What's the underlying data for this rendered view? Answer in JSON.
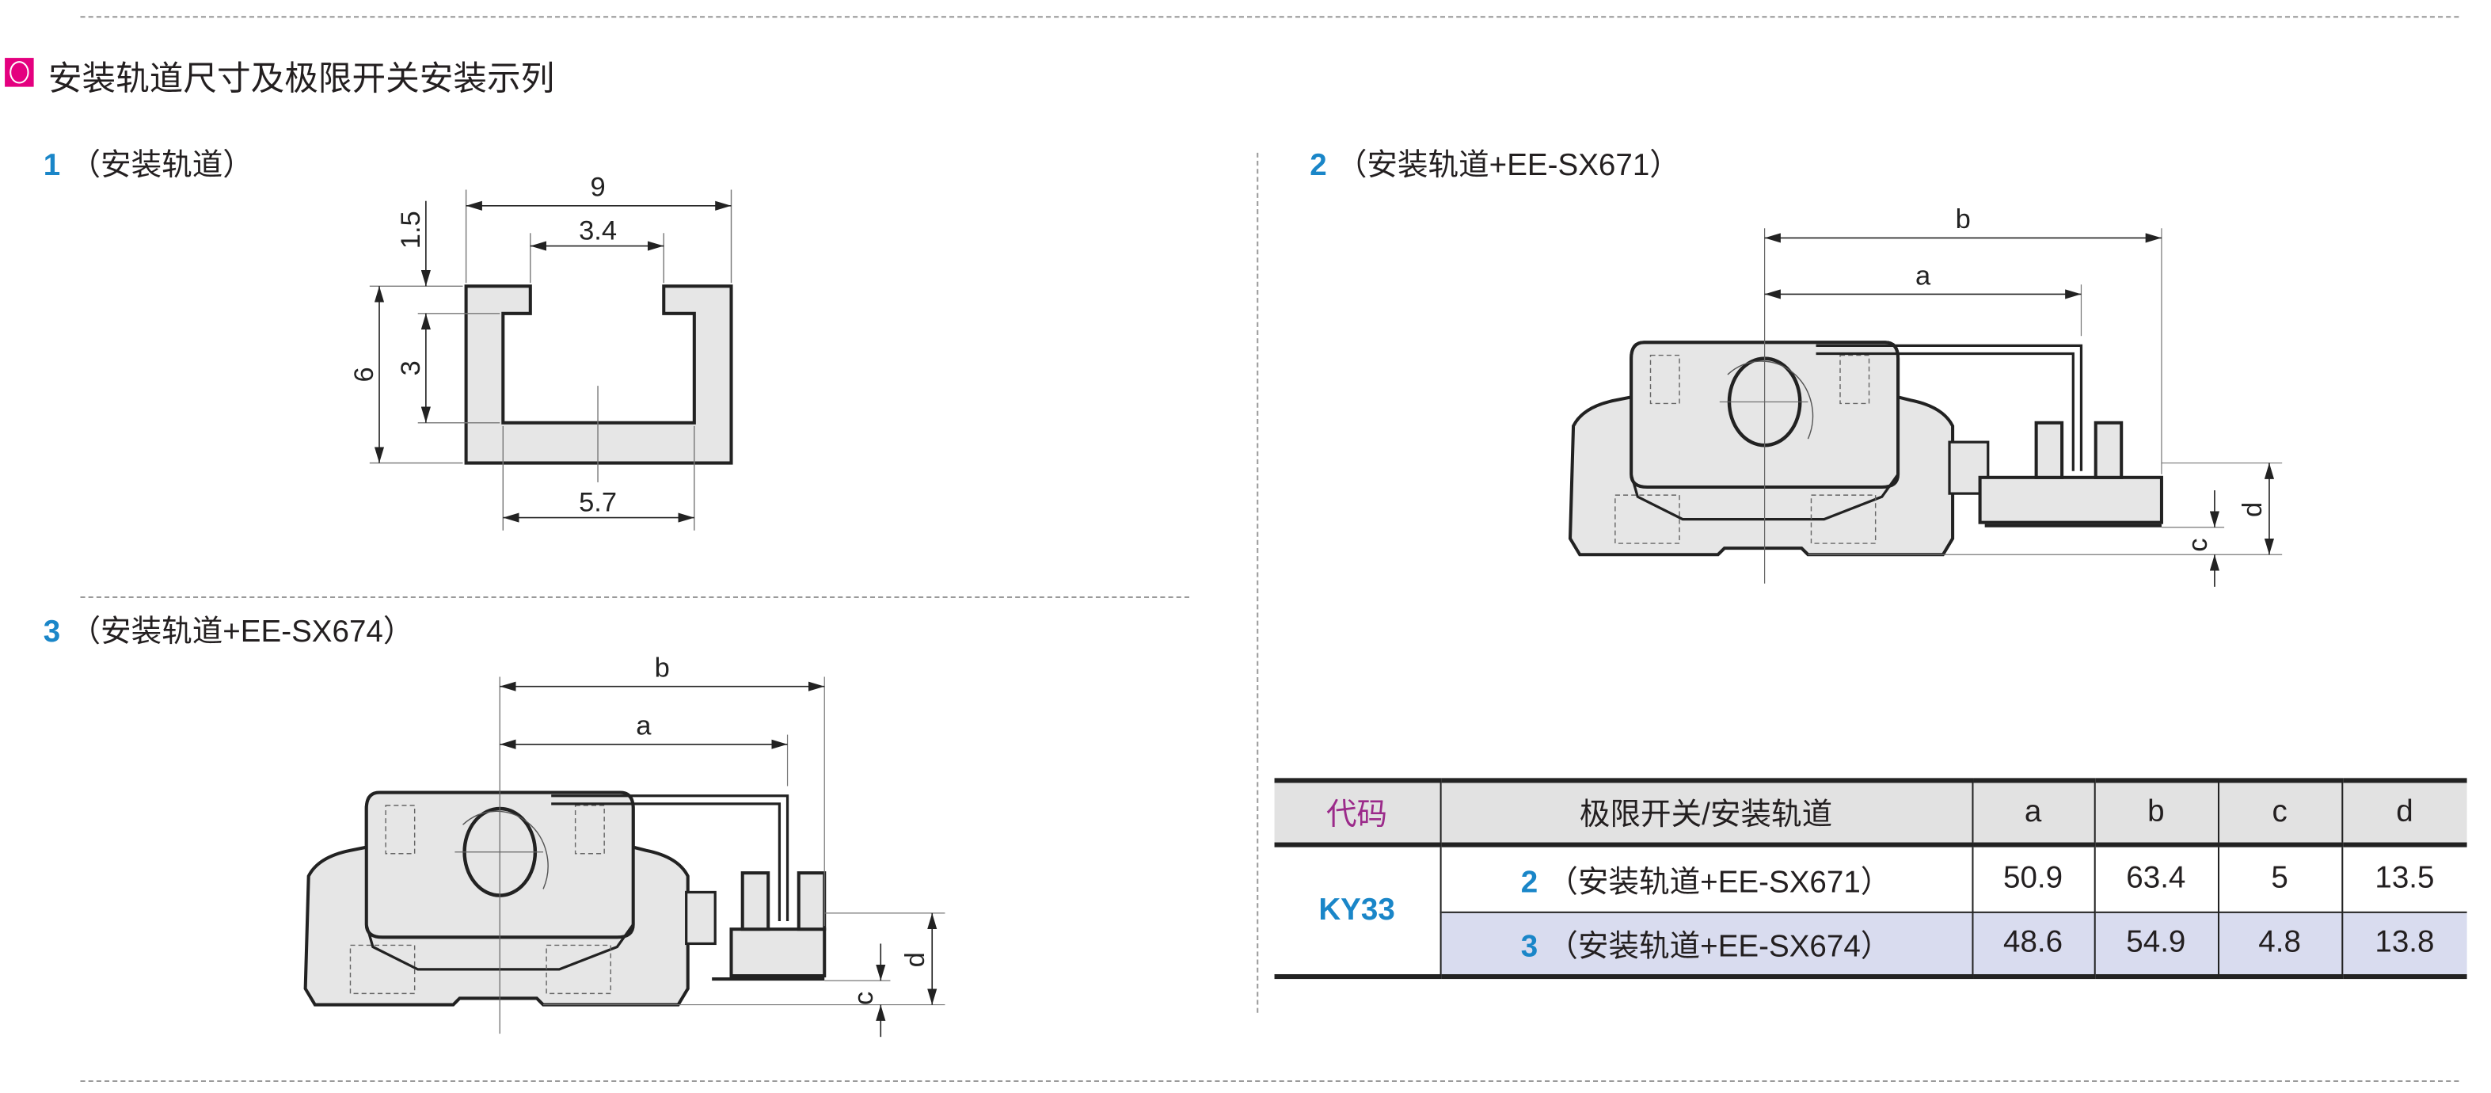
{
  "title": "安装轨道尺寸及极限开关安装示列",
  "title_icon": "circle-bullet-icon",
  "accent_color": "#e4007f",
  "sections": [
    {
      "num": "1",
      "label": "（安装轨道）"
    },
    {
      "num": "2",
      "label": "（安装轨道+EE-SX671）"
    },
    {
      "num": "3",
      "label": "（安装轨道+EE-SX674）"
    }
  ],
  "rail_dims": {
    "width": "9",
    "opening": "3.4",
    "lip": "1.5",
    "height": "6",
    "depth": "3",
    "inner": "5.7"
  },
  "assembly_dims": {
    "a": "a",
    "b": "b",
    "c": "c",
    "d": "d"
  },
  "table": {
    "headers": [
      "代码",
      "极限开关/安装轨道",
      "a",
      "b",
      "c",
      "d"
    ],
    "code": "KY33",
    "rows": [
      {
        "num": "2",
        "label": "（安装轨道+EE-SX671）",
        "a": "50.9",
        "b": "63.4",
        "c": "5",
        "d": "13.5"
      },
      {
        "num": "3",
        "label": "（安装轨道+EE-SX674）",
        "a": "48.6",
        "b": "54.9",
        "c": "4.8",
        "d": "13.8"
      }
    ]
  }
}
